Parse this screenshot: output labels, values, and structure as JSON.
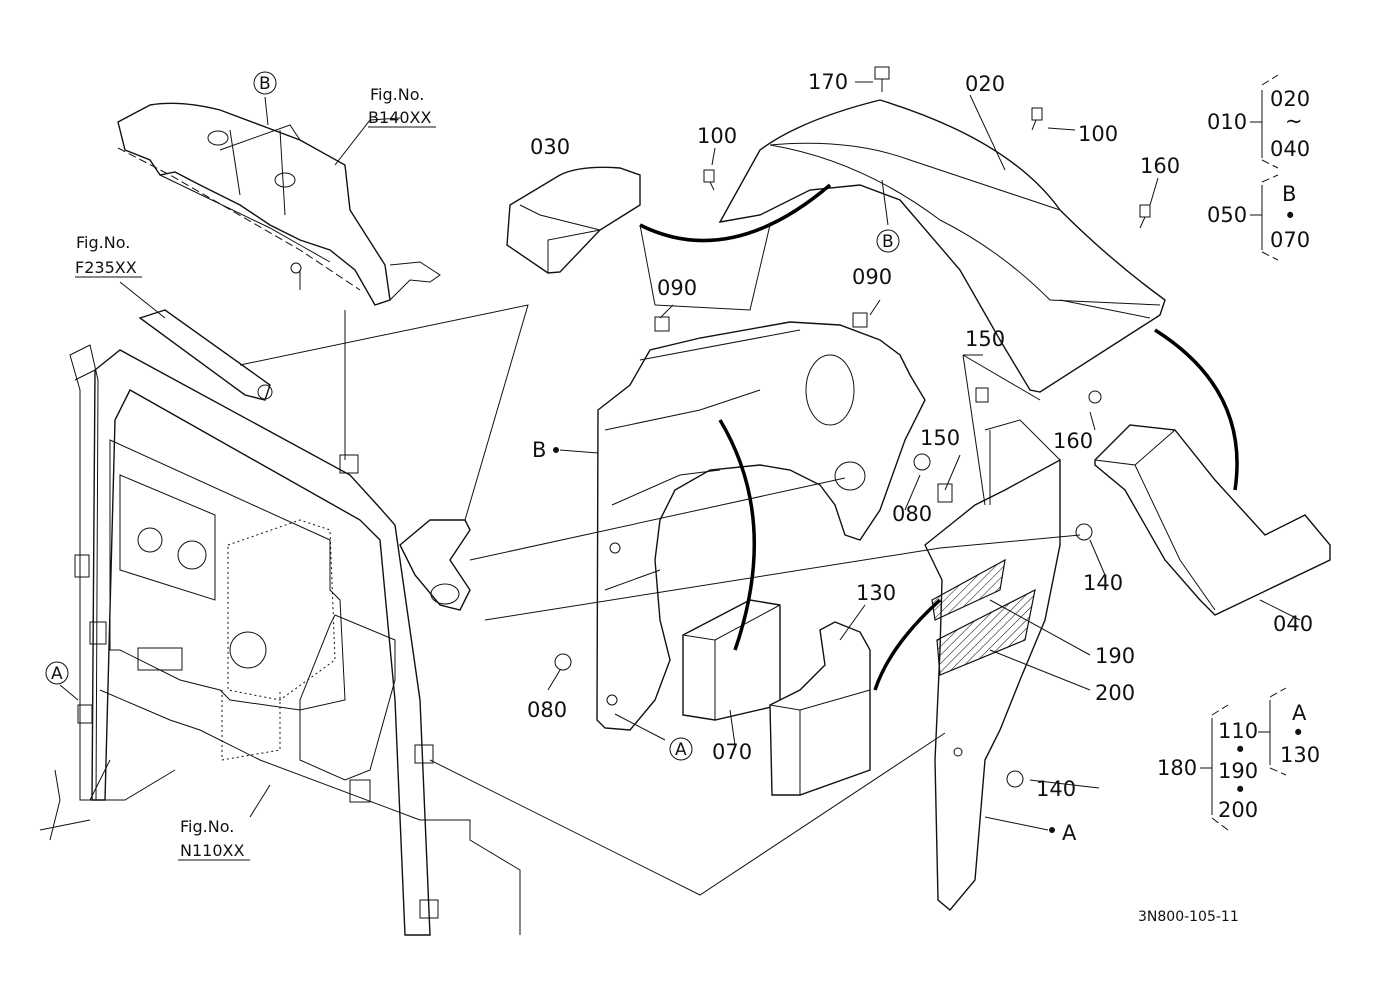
{
  "part_numbers": {
    "p170": "170",
    "p020": "020",
    "p100a": "100",
    "p100b": "100",
    "p030": "030",
    "p160a": "160",
    "p160b": "160",
    "p090a": "090",
    "p090b": "090",
    "p150a": "150",
    "p150b": "150",
    "p080a": "080",
    "p080b": "080",
    "p140a": "140",
    "p140b": "140",
    "p130": "130",
    "p190": "190",
    "p200": "200",
    "p070": "070",
    "p040": "040"
  },
  "reference_letters": {
    "b_top": "B",
    "b_arrow": "B",
    "b_ref": "B",
    "a_left": "A",
    "a_bottom": "A",
    "a_ref": "A"
  },
  "figure_refs": [
    {
      "caption": "Fig.No.",
      "code": "B140XX"
    },
    {
      "caption": "Fig.No.",
      "code": "F235XX"
    },
    {
      "caption": "Fig.No.",
      "code": "N110XX"
    }
  ],
  "assembly_key": {
    "g010": {
      "parent": "010",
      "from": "020",
      "sep": "~",
      "to": "040"
    },
    "g050": {
      "parent": "050",
      "from": "B",
      "sep": "•",
      "to": "070"
    },
    "g180": {
      "parent": "180",
      "items": [
        "110",
        "190",
        "200"
      ],
      "sub_a": "A",
      "sub_130": "130"
    }
  },
  "drawing_code": "3N800-105-11"
}
